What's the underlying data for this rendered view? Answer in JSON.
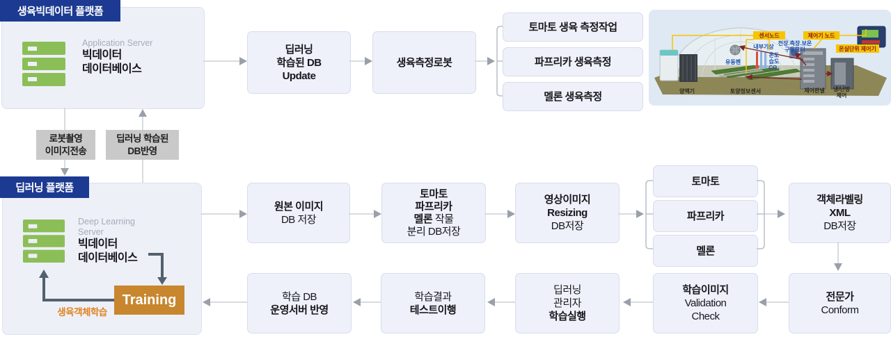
{
  "colors": {
    "navy": "#1c3a92",
    "box_bg": "#eef1f9",
    "chip_gray": "#c9c9c9",
    "training_orange": "#c8862f",
    "loop_orange": "#e0821e",
    "server_green": "#8cbe58",
    "slate_arrow": "#52616d",
    "label_yellow": "#f6c500"
  },
  "big_data_platform": {
    "header": "생육빅데이터 플랫폼",
    "server_type": "Application Server",
    "server_name": [
      [
        {
          "t": "빅데이터",
          "b": 1
        }
      ],
      [
        {
          "t": "데이터베이스",
          "b": 1
        }
      ]
    ]
  },
  "deep_learning_platform": {
    "header": "딥러닝 플랫폼",
    "server_type": "Deep Learning Server",
    "server_name": [
      [
        {
          "t": "빅데이터",
          "b": 1
        }
      ],
      [
        {
          "t": "데이터베이스",
          "b": 1
        }
      ]
    ],
    "training_label": "Training",
    "loop_label": "생육객체학습"
  },
  "chips": {
    "down": {
      "lines": [
        [
          {
            "t": "로봇촬영",
            "b": 1
          }
        ],
        [
          {
            "t": "이미지전송",
            "b": 1
          }
        ]
      ]
    },
    "up": {
      "lines": [
        [
          {
            "t": "딥러닝 학습된",
            "b": 1
          }
        ],
        [
          {
            "t": "DB반영",
            "b": 1
          }
        ]
      ]
    }
  },
  "flow": {
    "update": {
      "lines": [
        [
          {
            "t": "딥러닝",
            "b": 1
          }
        ],
        [
          {
            "t": "학습된 DB",
            "b": 1
          }
        ],
        [
          {
            "t": "Update",
            "b": 1
          }
        ]
      ]
    },
    "robot": {
      "lines": [
        [
          {
            "t": "생육측정로봇",
            "b": 1
          }
        ]
      ]
    },
    "measure_tomato": {
      "lines": [
        [
          {
            "t": "토마토 생육 측정작업",
            "b": 1
          }
        ]
      ]
    },
    "measure_paprika": {
      "lines": [
        [
          {
            "t": "파프리카 생육측정",
            "b": 1
          }
        ]
      ]
    },
    "measure_melon": {
      "lines": [
        [
          {
            "t": "멜론 생육측정",
            "b": 1
          }
        ]
      ]
    },
    "original": {
      "lines": [
        [
          {
            "t": "원본 이미지",
            "b": 1
          }
        ],
        [
          {
            "t": "DB 저장",
            "b": 0
          }
        ]
      ]
    },
    "separate": {
      "lines": [
        [
          {
            "t": "토마토",
            "b": 1
          }
        ],
        [
          {
            "t": "파프리카",
            "b": 1
          }
        ],
        [
          {
            "t": "멜론",
            "b": 1
          },
          {
            "t": " 작물",
            "b": 0
          }
        ],
        [
          {
            "t": "분리 DB저장",
            "b": 0
          }
        ]
      ]
    },
    "resizing": {
      "lines": [
        [
          {
            "t": "영상이미지",
            "b": 1
          }
        ],
        [
          {
            "t": "Resizing",
            "b": 1
          }
        ],
        [
          {
            "t": "DB저장",
            "b": 0
          }
        ]
      ]
    },
    "crop_tomato": {
      "lines": [
        [
          {
            "t": "토마토",
            "b": 1
          }
        ]
      ]
    },
    "crop_paprika": {
      "lines": [
        [
          {
            "t": "파프리카",
            "b": 1
          }
        ]
      ]
    },
    "crop_melon": {
      "lines": [
        [
          {
            "t": "멜론",
            "b": 1
          }
        ]
      ]
    },
    "labeling": {
      "lines": [
        [
          {
            "t": "객체라벨링",
            "b": 1
          }
        ],
        [
          {
            "t": "XML",
            "b": 1
          }
        ],
        [
          {
            "t": "DB저장",
            "b": 0
          }
        ]
      ]
    },
    "expert": {
      "lines": [
        [
          {
            "t": "전문가",
            "b": 1
          }
        ],
        [
          {
            "t": "Conform",
            "b": 0
          }
        ]
      ]
    },
    "validation": {
      "lines": [
        [
          {
            "t": "학습이미지",
            "b": 1
          }
        ],
        [
          {
            "t": "Validation",
            "b": 0
          }
        ],
        [
          {
            "t": "Check",
            "b": 0
          }
        ]
      ]
    },
    "train_exec": {
      "lines": [
        [
          {
            "t": "딥러닝",
            "b": 0
          }
        ],
        [
          {
            "t": "관리자",
            "b": 0
          }
        ],
        [
          {
            "t": "학습실행",
            "b": 1
          }
        ]
      ]
    },
    "test": {
      "lines": [
        [
          {
            "t": "학습결과",
            "b": 0
          }
        ],
        [
          {
            "t": "테스트이행",
            "b": 1
          }
        ]
      ]
    },
    "deploy": {
      "lines": [
        [
          {
            "t": "학습 DB",
            "b": 0
          }
        ],
        [
          {
            "t": "운영서버 반영",
            "b": 1
          }
        ]
      ]
    }
  },
  "greenhouse": {
    "sensor_node": "센서노드",
    "controller_node": "제어기 노드",
    "unit_controller": "온실단위 제어기",
    "indoor_weather": "내부기상",
    "motor_line1": "천장.측장.보온",
    "motor_line2": "구동모터",
    "temp": "온도",
    "humidity": "습도",
    "co2": "CO₂",
    "fan": "유동펜",
    "nutrient": "양액기",
    "soil_sensor": "토양정보센서",
    "control_panel": "제어판넬",
    "cooling_line1": "냉/난방",
    "cooling_line2": "제어"
  }
}
